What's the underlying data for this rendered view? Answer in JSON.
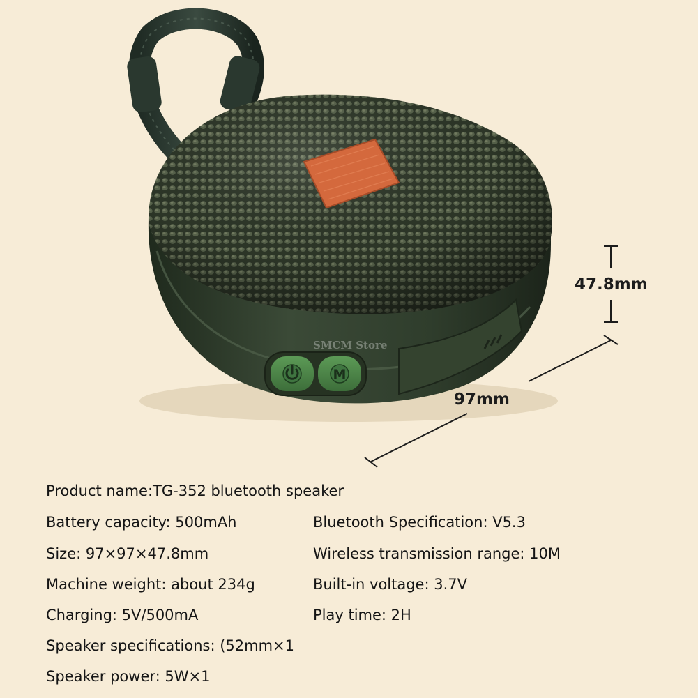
{
  "dimensions": {
    "height": "47.8mm",
    "width": "97mm"
  },
  "watermark": "SMCM Store",
  "button_icons": [
    "power-icon",
    "mode-icon"
  ],
  "button_glyphs": {
    "mode": "M"
  },
  "colors": {
    "background": "#f7ecd7",
    "speaker_body": "#2f3d2c",
    "mesh": "#3a4533",
    "badge": "#d4693d",
    "button": "#4f8a4c"
  },
  "specs": {
    "product_name": "Product name:TG-352 bluetooth speaker",
    "battery": "Battery capacity: 500mAh",
    "bluetooth": "Bluetooth Specification: V5.3",
    "size": "Size: 97×97×47.8mm",
    "range": "Wireless transmission range: 10M",
    "weight": "Machine weight: about 234g",
    "voltage": "Built-in voltage: 3.7V",
    "charging": "Charging: 5V/500mA",
    "play_time": "Play time: 2H",
    "speaker_spec": "Speaker specifications: (52mm×1",
    "speaker_power": "Speaker power: 5W×1"
  }
}
